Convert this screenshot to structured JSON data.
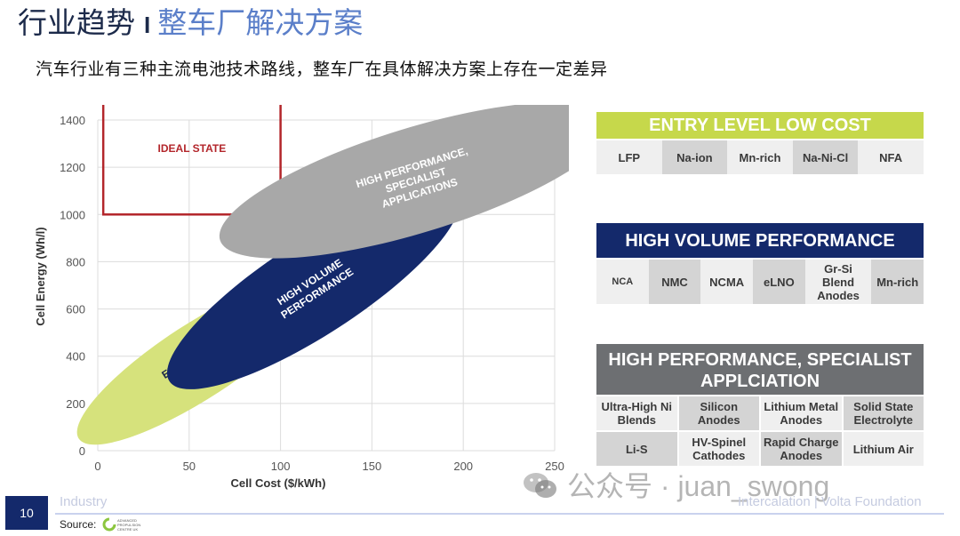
{
  "header": {
    "title_main": "行业趋势",
    "title_sep": "I",
    "title_sub": "整车厂解决方案",
    "subtitle": "汽车行业有三种主流电池技术路线，整车厂在具体解决方案上存在一定差异"
  },
  "chart_data": {
    "type": "scatter",
    "xlabel": "Cell Cost ($/kWh)",
    "ylabel": "Cell Energy (Wh/l)",
    "xlim": [
      0,
      250
    ],
    "ylim": [
      0,
      1400
    ],
    "x_ticks": [
      "0",
      "50",
      "100",
      "150",
      "200",
      "250"
    ],
    "y_ticks": [
      "0",
      "200",
      "400",
      "600",
      "800",
      "1000",
      "1200",
      "1400"
    ],
    "grid": true,
    "ideal_region": {
      "label": "IDEAL STATE",
      "x": [
        3,
        100
      ],
      "y": [
        1000,
        1500
      ],
      "color": "#b3262b"
    },
    "regions": [
      {
        "label_lines": [
          "ENTRY LEVEL,",
          "LOW COST"
        ],
        "cx": 55,
        "cy": 380,
        "rx": 78,
        "ry": 42,
        "angle": -33,
        "fill": "#d6e27c",
        "text_color": "#1c2a4a"
      },
      {
        "label_lines": [
          "HIGH VOLUME",
          "PERFORMANCE"
        ],
        "cx": 118,
        "cy": 690,
        "rx": 94,
        "ry": 53,
        "angle": -33,
        "fill": "#14296b",
        "text_color": "#ffffff"
      },
      {
        "label_lines": [
          "HIGH PERFORMANCE,",
          "SPECIALIST",
          "APPLICATIONS"
        ],
        "cx": 174,
        "cy": 1145,
        "rx": 112,
        "ry": 59,
        "angle": -17,
        "fill": "#a8a8a8",
        "text_color": "#ffffff"
      }
    ]
  },
  "panels": {
    "entry": {
      "header": "ENTRY LEVEL LOW COST",
      "items": [
        "LFP",
        "Na-ion",
        "Mn-rich",
        "Na-Ni-Cl",
        "NFA"
      ]
    },
    "volume": {
      "header": "HIGH VOLUME PERFORMANCE",
      "items": [
        "NCA",
        "NMC",
        "NCMA",
        "eLNO",
        "Gr-Si Blend Anodes",
        "Mn-rich"
      ]
    },
    "performance": {
      "header_line1": "HIGH PERFORMANCE, SPECIALIST",
      "header_line2": "APPLCIATION",
      "row1": [
        "Ultra-High Ni Blends",
        "Silicon Anodes",
        "Lithium Metal Anodes",
        "Solid State Electrolyte"
      ],
      "row2": [
        "Li-S",
        "HV-Spinel Cathodes",
        "Rapid Charge Anodes",
        "Lithium Air"
      ]
    }
  },
  "footer": {
    "page_number": "10",
    "section": "Industry",
    "source_label": "Source:",
    "logo_text": "ADVANCED PROPULSION CENTRE UK",
    "right_text": "Intercalation | Volta Foundation",
    "watermark": "公众号 · juan_swong"
  }
}
